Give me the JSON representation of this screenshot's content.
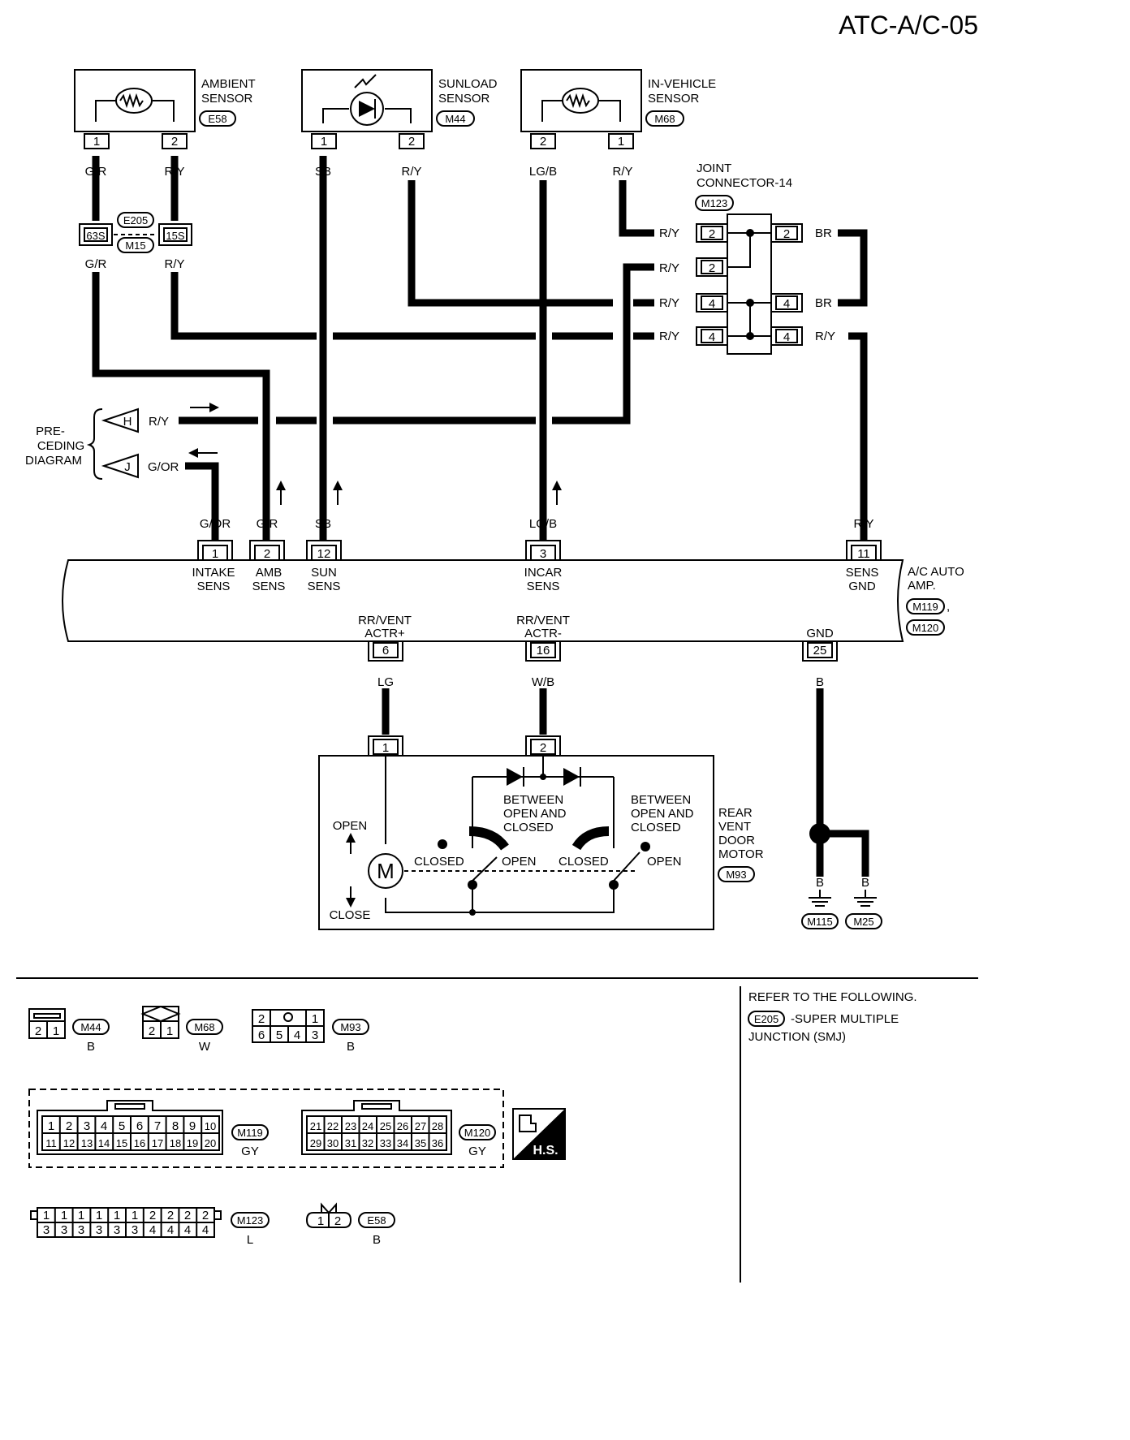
{
  "page_code": "ATC-A/C-05",
  "components": {
    "ambient_sensor": {
      "name_line1": "AMBIENT",
      "name_line2": "SENSOR",
      "connector": "E58",
      "pins": [
        "1",
        "2"
      ]
    },
    "sunload_sensor": {
      "name_line1": "SUNLOAD",
      "name_line2": "SENSOR",
      "connector": "M44",
      "pins": [
        "1",
        "2"
      ]
    },
    "in_vehicle_sensor": {
      "name_line1": "IN-VEHICLE",
      "name_line2": "SENSOR",
      "connector": "M68",
      "pins": [
        "2",
        "1"
      ]
    },
    "joint_connector": {
      "name_line1": "JOINT",
      "name_line2": "CONNECTOR-14",
      "connector": "M123"
    },
    "smj_connector": {
      "left": "63S",
      "right": "15S",
      "top_label": "E205",
      "bottom_label": "M15"
    },
    "ac_auto_amp": {
      "name_line1": "A/C AUTO",
      "name_line2": "AMP.",
      "connector1": "M119",
      "sep": ",",
      "connector2": "M120"
    },
    "rear_vent_door_motor": {
      "line1": "REAR",
      "line2": "VENT",
      "line3": "DOOR",
      "line4": "MOTOR",
      "connector": "M93",
      "motor_symbol": "M"
    }
  },
  "wire_colors": {
    "gr": "G/R",
    "ry": "R/Y",
    "sb": "SB",
    "lgb": "LG/B",
    "br": "BR",
    "gor": "G/OR",
    "lg": "LG",
    "wb": "W/B",
    "b": "B"
  },
  "joint_pins": {
    "l1": "2",
    "l2": "2",
    "l3": "4",
    "l4": "4",
    "r1": "2",
    "r3": "4",
    "r4": "4"
  },
  "preceding": {
    "line1": "PRE-",
    "line2": "CEDING",
    "line3": "DIAGRAM",
    "h": "H",
    "j": "J"
  },
  "amp_terminals": [
    {
      "pin": "1",
      "line1": "INTAKE",
      "line2": "SENS"
    },
    {
      "pin": "2",
      "line1": "AMB",
      "line2": "SENS"
    },
    {
      "pin": "12",
      "line1": "SUN",
      "line2": "SENS"
    },
    {
      "pin": "3",
      "line1": "INCAR",
      "line2": "SENS"
    },
    {
      "pin": "11",
      "line1": "SENS",
      "line2": "GND"
    },
    {
      "pin": "6",
      "line1": "RR/VENT",
      "line2": "ACTR+"
    },
    {
      "pin": "16",
      "line1": "RR/VENT",
      "line2": "ACTR-"
    },
    {
      "pin": "25",
      "line1": "GND",
      "line2": ""
    }
  ],
  "motor_pins": [
    "1",
    "2"
  ],
  "motor_labels": {
    "open": "OPEN",
    "close": "CLOSE",
    "closed": "CLOSED",
    "between1": "BETWEEN",
    "between2": "OPEN AND",
    "between3": "CLOSED"
  },
  "grounds": [
    "M115",
    "M25"
  ],
  "refer": {
    "line1": "REFER TO THE FOLLOWING.",
    "code": "E205",
    "line2": "-SUPER MULTIPLE",
    "line3": "JUNCTION (SMJ)"
  },
  "connector_views": {
    "m44": {
      "code": "M44",
      "color": "B",
      "pins": [
        "2",
        "1"
      ]
    },
    "m68": {
      "code": "M68",
      "color": "W",
      "pins": [
        "2",
        "1"
      ]
    },
    "m93": {
      "code": "M93",
      "color": "B",
      "top": [
        "2",
        "1"
      ],
      "bottom": [
        "6",
        "5",
        "4",
        "3"
      ]
    },
    "m119": {
      "code": "M119",
      "color": "GY",
      "top": [
        "1",
        "2",
        "3",
        "4",
        "5",
        "6",
        "7",
        "8",
        "9",
        "10"
      ],
      "bottom": [
        "11",
        "12",
        "13",
        "14",
        "15",
        "16",
        "17",
        "18",
        "19",
        "20"
      ]
    },
    "m120": {
      "code": "M120",
      "color": "GY",
      "top": [
        "21",
        "22",
        "23",
        "24",
        "25",
        "26",
        "27",
        "28"
      ],
      "bottom": [
        "29",
        "30",
        "31",
        "32",
        "33",
        "34",
        "35",
        "36"
      ]
    },
    "m123": {
      "code": "M123",
      "color": "L",
      "top": [
        "1",
        "1",
        "1",
        "1",
        "1",
        "1",
        "2",
        "2",
        "2",
        "2"
      ],
      "bottom": [
        "3",
        "3",
        "3",
        "3",
        "3",
        "3",
        "4",
        "4",
        "4",
        "4"
      ]
    },
    "e58": {
      "code": "E58",
      "color": "B",
      "pins": [
        "1",
        "2"
      ]
    },
    "hs": "H.S."
  }
}
